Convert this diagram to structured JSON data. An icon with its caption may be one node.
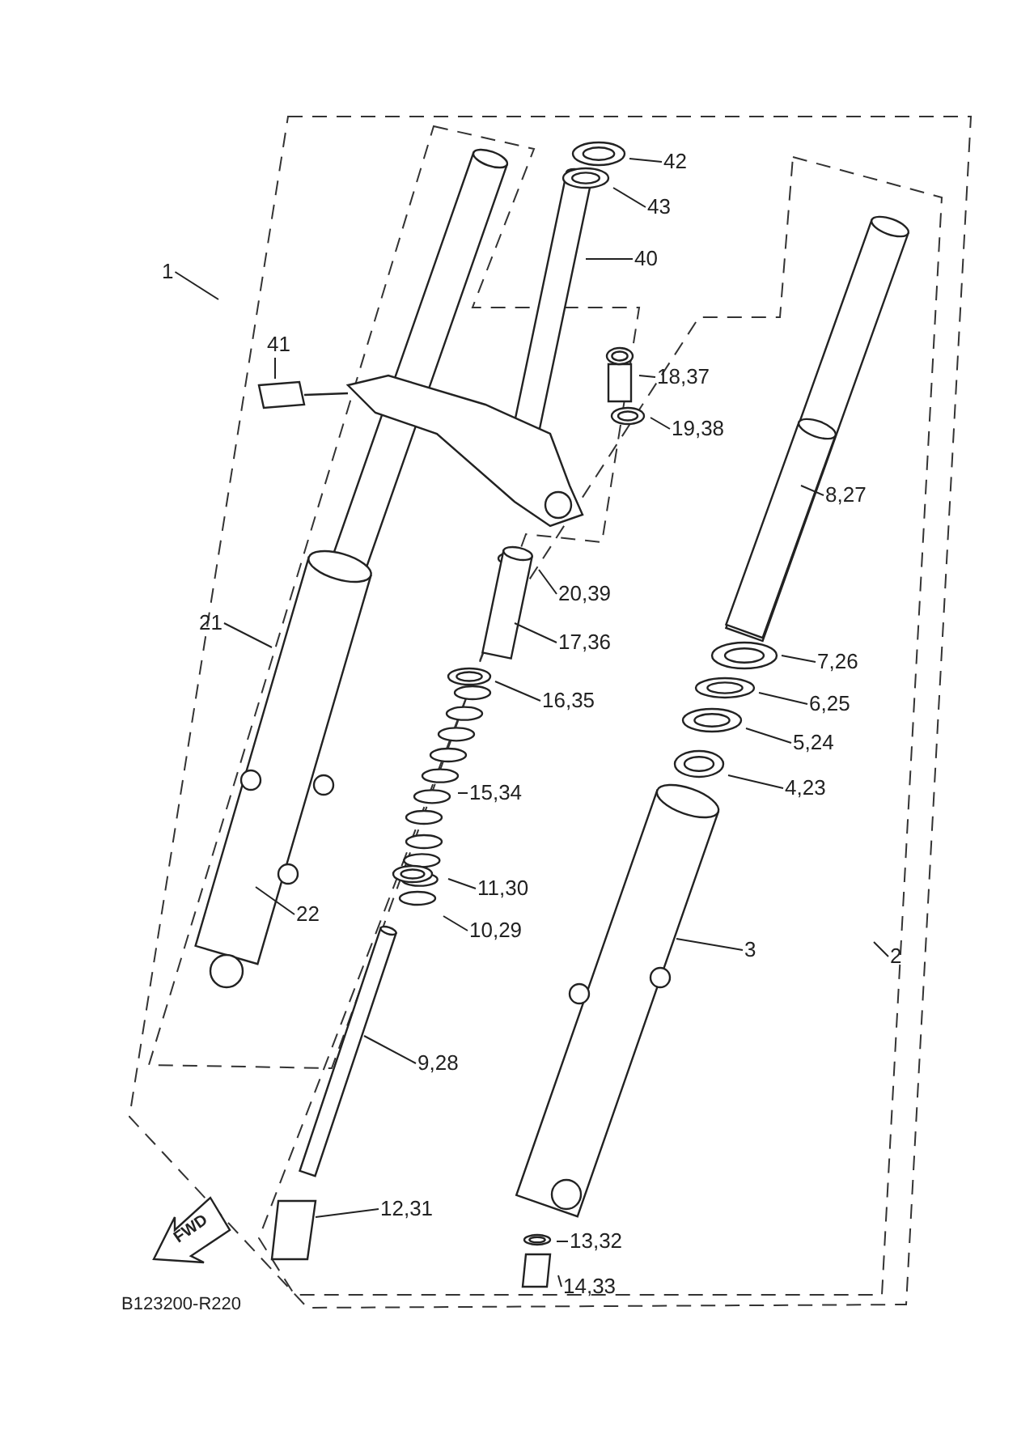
{
  "diagram": {
    "nodes": [
      {
        "text": [
          "42"
        ]
      },
      {
        "text": [
          "43"
        ]
      },
      {
        "text": [
          "1"
        ]
      },
      {
        "text": [
          "40"
        ]
      },
      {
        "text": [
          "41"
        ]
      },
      {
        "text": [
          "18,37"
        ]
      },
      {
        "text": [
          "19,38"
        ]
      },
      {
        "text": [
          "8,27"
        ]
      },
      {
        "text": [
          "20,39"
        ]
      },
      {
        "text": [
          "21"
        ]
      },
      {
        "text": [
          "17,36"
        ]
      },
      {
        "text": [
          "7,26"
        ]
      },
      {
        "text": [
          "16,35"
        ]
      },
      {
        "text": [
          "6,25"
        ]
      },
      {
        "text": [
          "5,24"
        ]
      },
      {
        "text": [
          "4,23"
        ]
      },
      {
        "text": [
          "15,34"
        ]
      },
      {
        "text": [
          "11,30"
        ]
      },
      {
        "text": [
          "22"
        ]
      },
      {
        "text": [
          "10,29"
        ]
      },
      {
        "text": [
          "3"
        ]
      },
      {
        "text": [
          "2"
        ]
      },
      {
        "text": [
          "9,28"
        ]
      },
      {
        "text": [
          "12,31"
        ]
      },
      {
        "text": [
          "13,32"
        ]
      },
      {
        "text": [
          "14,33"
        ]
      }
    ],
    "edges": [
      {
        "from": 0,
        "to": null,
        "arrow": "none"
      },
      {
        "from": 1,
        "to": null,
        "arrow": "none"
      },
      {
        "from": 2,
        "to": null,
        "arrow": "none"
      },
      {
        "from": 3,
        "to": null,
        "arrow": "none"
      },
      {
        "from": 4,
        "to": null,
        "arrow": "none"
      },
      {
        "from": 5,
        "to": null,
        "arrow": "none"
      },
      {
        "from": 6,
        "to": null,
        "arrow": "none"
      },
      {
        "from": 7,
        "to": null,
        "arrow": "none"
      },
      {
        "from": 8,
        "to": null,
        "arrow": "none"
      },
      {
        "from": 9,
        "to": null,
        "arrow": "none"
      },
      {
        "from": 10,
        "to": null,
        "arrow": "none"
      },
      {
        "from": 11,
        "to": null,
        "arrow": "none"
      },
      {
        "from": 12,
        "to": null,
        "arrow": "none"
      },
      {
        "from": 13,
        "to": null,
        "arrow": "none"
      },
      {
        "from": 14,
        "to": null,
        "arrow": "none"
      },
      {
        "from": 15,
        "to": null,
        "arrow": "none"
      },
      {
        "from": 16,
        "to": null,
        "arrow": "none"
      },
      {
        "from": 17,
        "to": null,
        "arrow": "none"
      },
      {
        "from": 18,
        "to": null,
        "arrow": "none"
      },
      {
        "from": 19,
        "to": null,
        "arrow": "none"
      },
      {
        "from": 20,
        "to": null,
        "arrow": "none"
      },
      {
        "from": 21,
        "to": null,
        "arrow": "none"
      },
      {
        "from": 22,
        "to": null,
        "arrow": "none"
      },
      {
        "from": 23,
        "to": null,
        "arrow": "none"
      },
      {
        "from": 24,
        "to": null,
        "arrow": "none"
      },
      {
        "from": 25,
        "to": null,
        "arrow": "none"
      }
    ],
    "labels": [
      "FWD",
      "B123200-R220"
    ]
  }
}
